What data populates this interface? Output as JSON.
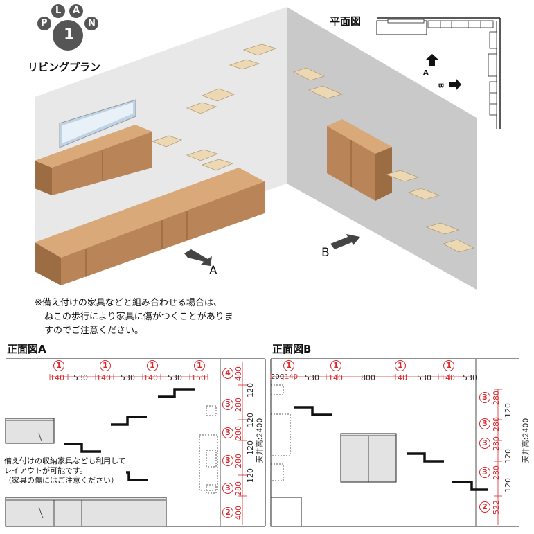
{
  "logo": {
    "letters": [
      "P",
      "L",
      "A",
      "N"
    ],
    "number": "1",
    "plan_name": "リビングプラン"
  },
  "floorplan": {
    "title": "平面図",
    "arrow_a": "A",
    "arrow_b": "B"
  },
  "perspective": {
    "label_a": "A",
    "label_b": "B"
  },
  "note": {
    "line1": "※備え付けの家具などと組み合わせる場合は、",
    "line2": "ねこの歩行により家具に傷がつくことがありま",
    "line3": "すのでご注意ください。"
  },
  "elevation_a": {
    "title": "正面図A",
    "step_markers": [
      "1",
      "1",
      "1",
      "1"
    ],
    "horizontal_dims": [
      "140",
      "530",
      "140",
      "530",
      "140",
      "530",
      "150"
    ],
    "right_markers": [
      "4",
      "3",
      "3",
      "3",
      "3",
      "2"
    ],
    "vertical_dims_red": [
      "400",
      "280",
      "280",
      "280",
      "280",
      "400"
    ],
    "vertical_dims_black": [
      "120",
      "120",
      "120",
      "120"
    ],
    "ceiling": "天井高:2400",
    "furniture_note_line1": "備え付けの収納家具なども利用して",
    "furniture_note_line2": "レイアウトが可能です。",
    "furniture_note_line3": "（家具の傷にはご注意ください）"
  },
  "elevation_b": {
    "title": "正面図B",
    "step_markers": [
      "1",
      "1",
      "1",
      "1"
    ],
    "horizontal_dims": [
      "200",
      "140",
      "530",
      "140",
      "800",
      "140",
      "530",
      "140",
      "530"
    ],
    "right_markers": [
      "3",
      "3",
      "3",
      "3",
      "2"
    ],
    "vertical_dims_red": [
      "280",
      "280",
      "280",
      "280",
      "522"
    ],
    "vertical_dims_black": [
      "120",
      "120",
      "120"
    ],
    "ceiling": "天井高:2400"
  },
  "colors": {
    "accent_red": "#d8262b",
    "wall_left": "#e6e6e6",
    "wall_right": "#c7c7c7",
    "wood": "#b98558",
    "step": "#ecd9b4"
  }
}
